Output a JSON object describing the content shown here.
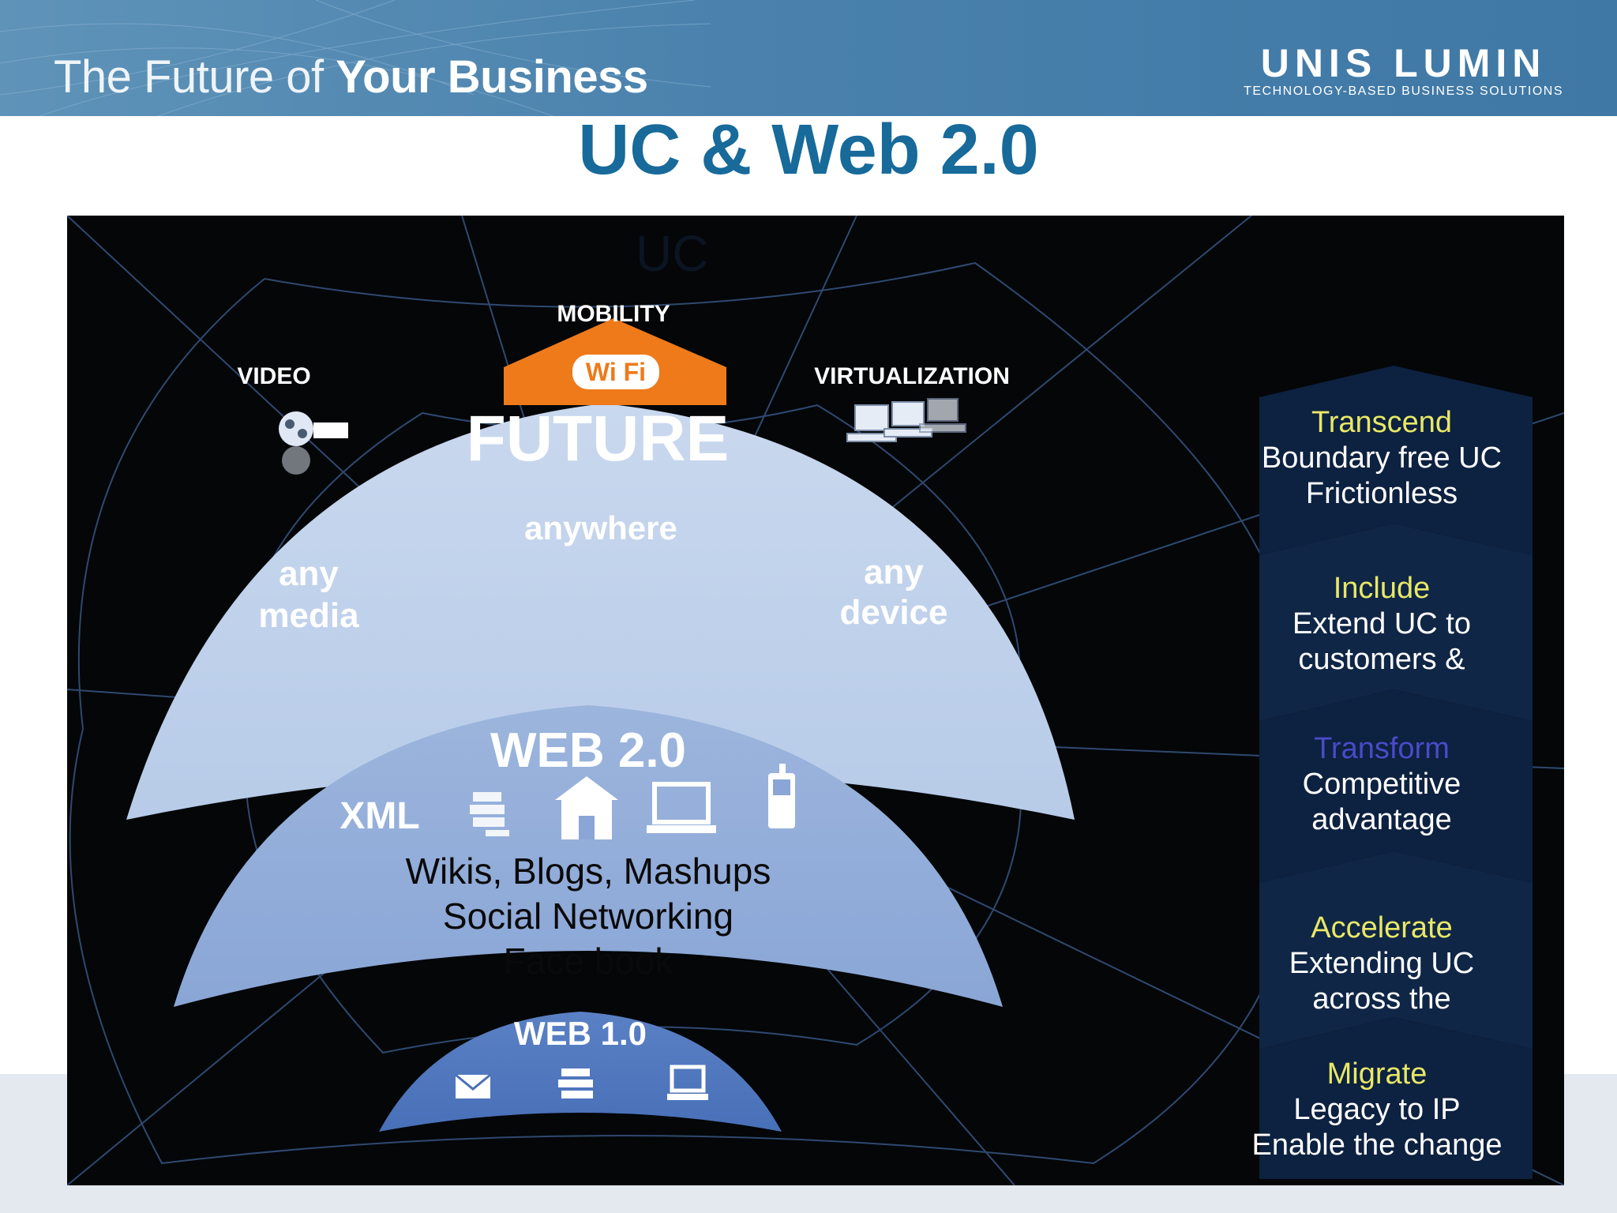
{
  "header": {
    "tagline_thin": "The Future of ",
    "tagline_bold": "Your Business",
    "brand_name": "UNIS LUMIN",
    "brand_tagline": "TECHNOLOGY-BASED BUSINESS SOLUTIONS"
  },
  "title": "UC & Web 2.0",
  "diagram": {
    "top_labels": {
      "mobility": "MOBILITY",
      "wifi": "Wi Fi",
      "video": "VIDEO",
      "virtualization": "VIRTUALIZATION"
    },
    "future": {
      "title": "FUTURE",
      "anywhere": "anywhere",
      "any_media_1": "any",
      "any_media_2": "media",
      "any_device_1": "any",
      "any_device_2": "device"
    },
    "web2": {
      "title": "WEB 2.0",
      "xml": "XML",
      "line1": "Wikis, Blogs, Mashups",
      "line2": "Social Networking",
      "line3": "Face book"
    },
    "web1": {
      "title": "WEB 1.0"
    }
  },
  "steps": [
    {
      "title": "Transcend",
      "l1": "Boundary free UC",
      "l2": "Frictionless"
    },
    {
      "title": "Include",
      "l1": "Extend UC to",
      "l2": "customers &"
    },
    {
      "title": "Transform",
      "l1": "Competitive",
      "l2": "advantage"
    },
    {
      "title": "Accelerate",
      "l1": "Extending UC",
      "l2": "across the"
    },
    {
      "title": "Migrate",
      "l1": "Legacy to IP",
      "l2": "Enable the change"
    }
  ]
}
